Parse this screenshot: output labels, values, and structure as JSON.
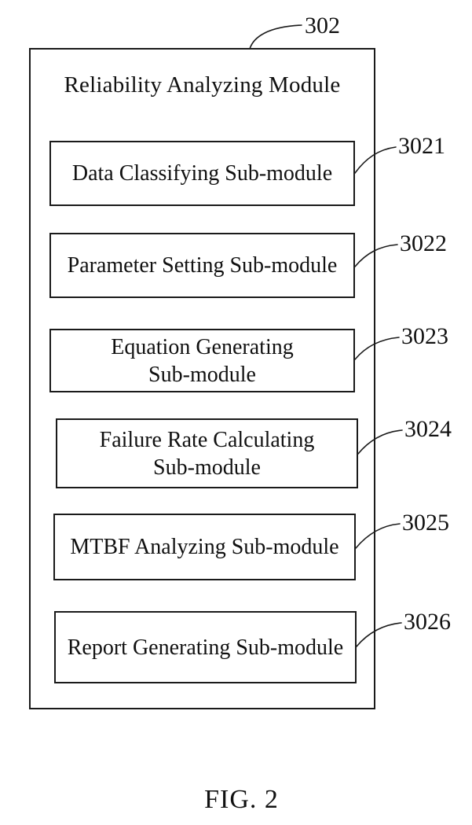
{
  "figure": {
    "caption": "FIG. 2",
    "module": {
      "ref": "302",
      "title": "Reliability Analyzing Module",
      "submodules": [
        {
          "ref": "3021",
          "label": "Data Classifying Sub-module"
        },
        {
          "ref": "3022",
          "label": "Parameter Setting Sub-module"
        },
        {
          "ref": "3023",
          "label": "Equation Generating Sub-module"
        },
        {
          "ref": "3024",
          "label": "Failure Rate Calculating Sub-module"
        },
        {
          "ref": "3025",
          "label": "MTBF Analyzing Sub-module"
        },
        {
          "ref": "3026",
          "label": "Report Generating Sub-module"
        }
      ]
    },
    "colors": {
      "line": "#1a1a1a",
      "background": "#ffffff"
    }
  }
}
